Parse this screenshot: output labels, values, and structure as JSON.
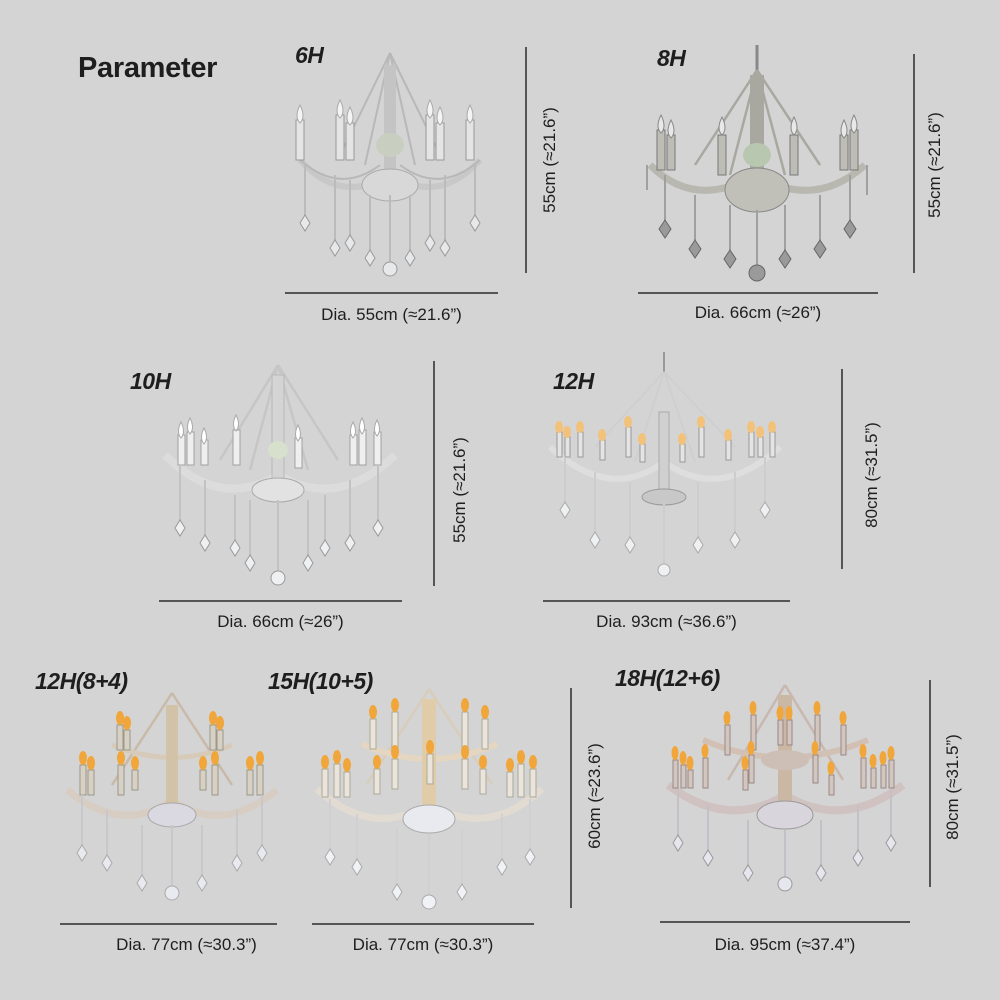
{
  "title": "Parameter",
  "variants": [
    {
      "id": "6h",
      "label": "6H",
      "diameter": "Dia. 55cm (≈21.6”)",
      "height": "55cm (≈21.6”)",
      "finish": "clear",
      "lit": false
    },
    {
      "id": "8h",
      "label": "8H",
      "diameter": "Dia. 66cm (≈26”)",
      "height": "55cm (≈21.6”)",
      "finish": "smoke",
      "lit": false
    },
    {
      "id": "10h",
      "label": "10H",
      "diameter": "Dia. 66cm (≈26”)",
      "height": "55cm (≈21.6”)",
      "finish": "clear",
      "lit": false
    },
    {
      "id": "12h",
      "label": "12H",
      "diameter": "Dia. 93cm (≈36.6”)",
      "height": "80cm (≈31.5”)",
      "finish": "clear",
      "lit": true
    },
    {
      "id": "12h-8-4",
      "label": "12H(8+4)",
      "diameter": "Dia. 77cm (≈30.3”)",
      "height": "",
      "finish": "amber",
      "lit": true
    },
    {
      "id": "15h-10-5",
      "label": "15H(10+5)",
      "diameter": "Dia. 77cm (≈30.3”)",
      "height": "60cm (≈23.6”)",
      "finish": "amber",
      "lit": true
    },
    {
      "id": "18h-12-6",
      "label": "18H(12+6)",
      "diameter": "Dia. 95cm (≈37.4”)",
      "height": "80cm (≈31.5”)",
      "finish": "amber",
      "lit": true
    }
  ],
  "colors": {
    "background": "#d4d4d4",
    "text": "#1e1e1e",
    "dimension_line": "#555555",
    "crystal": "#eef0f2",
    "flame": "#f0a63a"
  }
}
